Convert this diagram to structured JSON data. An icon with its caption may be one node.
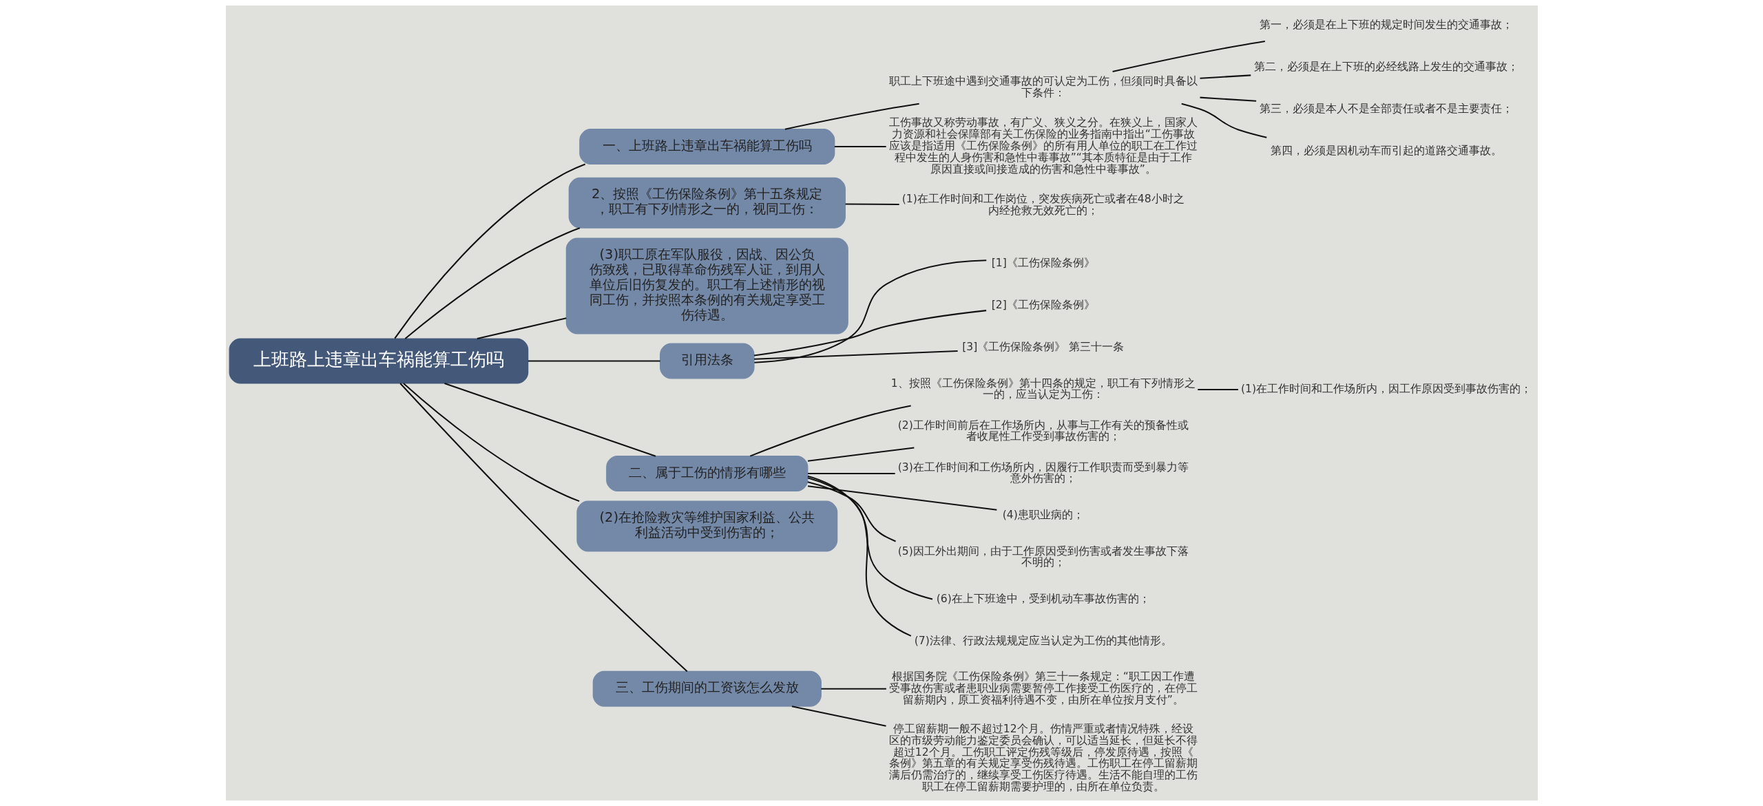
{
  "diagram": {
    "nodes": [
      {
        "text": [
          "上班路上违章出车祸能算工伤吗"
        ]
      },
      {
        "text": [
          "一、上班路上违章出车祸能算工伤吗"
        ]
      },
      {
        "text": [
          "职工上下班途中遇到交通事故的可认定为工伤，但须同时具备以下条件："
        ]
      },
      {
        "text": [
          "第一，必须是在上下班的规定时间发生的交通事故；"
        ]
      },
      {
        "text": [
          "第二，必须是在上下班的必经线路上发生的交通事故；"
        ]
      },
      {
        "text": [
          "第三，必须是本人不是全部责任或者不是主要责任；"
        ]
      },
      {
        "text": [
          "第四，必须是因机动车而引起的道路交通事故。"
        ]
      },
      {
        "text": [
          "工伤事故又称劳动事故，有广义、狭义之分。在狭义上，国家人力资源和社会保障部有关工伤保险的业务指南中指出“工伤事故应该是指适用《工伤保险条例》的所有用人单位的职工在工作过程中发生的人身伤害和急性中毒事故”“其本质特征是由于工作原因直接或间接造成的伤害和急性中毒事故”。"
        ]
      },
      {
        "text": [
          "2、按照《工伤保险条例》第十五条规定，职工有下列情形之一的，视同工伤："
        ]
      },
      {
        "text": [
          "(1)在工作时间和工作岗位，突发疾病死亡或者在48小时之内经抢救无效死亡的；"
        ]
      },
      {
        "text": [
          "(3)职工原在军队服役，因战、因公负伤致残，已取得革命伤残军人证，到用人单位后旧伤复发的。职工有上述情形的视同工伤，并按照本条例的有关规定享受工伤待遇。"
        ]
      },
      {
        "text": [
          "引用法条"
        ]
      },
      {
        "text": [
          "[1]《工伤保险条例》"
        ]
      },
      {
        "text": [
          "[2]《工伤保险条例》"
        ]
      },
      {
        "text": [
          "[3]《工伤保险条例》 第三十一条"
        ]
      },
      {
        "text": [
          "二、属于工伤的情形有哪些"
        ]
      },
      {
        "text": [
          "1、按照《工伤保险条例》第十四条的规定，职工有下列情形之一的，应当认定为工伤："
        ]
      },
      {
        "text": [
          "(1)在工作时间和工作场所内，因工作原因受到事故伤害的；"
        ]
      },
      {
        "text": [
          "(2)工作时间前后在工作场所内，从事与工作有关的预备性或者收尾性工作受到事故伤害的；"
        ]
      },
      {
        "text": [
          "(3)在工作时间和工伤场所内，因履行工作职责而受到暴力等意外伤害的；"
        ]
      },
      {
        "text": [
          "(4)患职业病的；"
        ]
      },
      {
        "text": [
          "(5)因工外出期间，由于工作原因受到伤害或者发生事故下落不明的；"
        ]
      },
      {
        "text": [
          "(6)在上下班途中，受到机动车事故伤害的；"
        ]
      },
      {
        "text": [
          "(7)法律、行政法规规定应当认定为工伤的其他情形。"
        ]
      },
      {
        "text": [
          "(2)在抢险救灾等维护国家利益、公共利益活动中受到伤害的；"
        ]
      },
      {
        "text": [
          "三、工伤期间的工资该怎么发放"
        ]
      },
      {
        "text": [
          "根据国务院《工伤保险条例》第三十一条规定：“职工因工作遭受事故伤害或者患职业病需要暂停工作接受工伤医疗的，在停工留薪期内，原工资福利待遇不变，由所在单位按月支付”。"
        ]
      },
      {
        "text": [
          "停工留薪期一般不超过12个月。伤情严重或者情况特殊，经设区的市级劳动能力鉴定委员会确认，可以适当延长，但延长不得超过12个月。工伤职工评定伤残等级后，停发原待遇，按照《条例》第五章的有关规定享受伤残待遇。工伤职工在停工留薪期满后仍需治疗的，继续享受工伤医疗待遇。生活不能自理的工伤职工在停工留薪期需要护理的，由所在单位负责。"
        ]
      }
    ],
    "edges": [
      {
        "from": 0,
        "to": 1,
        "arrow": "none"
      },
      {
        "from": 1,
        "to": 2,
        "arrow": "none"
      },
      {
        "from": 2,
        "to": 3,
        "arrow": "none"
      },
      {
        "from": 2,
        "to": 4,
        "arrow": "none"
      },
      {
        "from": 2,
        "to": 5,
        "arrow": "none"
      },
      {
        "from": 2,
        "to": 6,
        "arrow": "none"
      },
      {
        "from": 1,
        "to": 7,
        "arrow": "none"
      },
      {
        "from": 0,
        "to": 8,
        "arrow": "none"
      },
      {
        "from": 8,
        "to": 9,
        "arrow": "none"
      },
      {
        "from": 0,
        "to": 10,
        "arrow": "none"
      },
      {
        "from": 0,
        "to": 11,
        "arrow": "none"
      },
      {
        "from": 11,
        "to": 12,
        "arrow": "none"
      },
      {
        "from": 11,
        "to": 13,
        "arrow": "none"
      },
      {
        "from": 11,
        "to": 14,
        "arrow": "none"
      },
      {
        "from": 0,
        "to": 15,
        "arrow": "none"
      },
      {
        "from": 15,
        "to": 16,
        "arrow": "none"
      },
      {
        "from": 16,
        "to": 17,
        "arrow": "none"
      },
      {
        "from": 15,
        "to": 18,
        "arrow": "none"
      },
      {
        "from": 15,
        "to": 19,
        "arrow": "none"
      },
      {
        "from": 15,
        "to": 20,
        "arrow": "none"
      },
      {
        "from": 15,
        "to": 21,
        "arrow": "none"
      },
      {
        "from": 15,
        "to": 22,
        "arrow": "none"
      },
      {
        "from": 15,
        "to": 23,
        "arrow": "none"
      },
      {
        "from": 0,
        "to": 24,
        "arrow": "none"
      },
      {
        "from": 0,
        "to": 25,
        "arrow": "none"
      },
      {
        "from": 25,
        "to": 26,
        "arrow": "none"
      },
      {
        "from": 25,
        "to": 27,
        "arrow": "none"
      }
    ]
  }
}
